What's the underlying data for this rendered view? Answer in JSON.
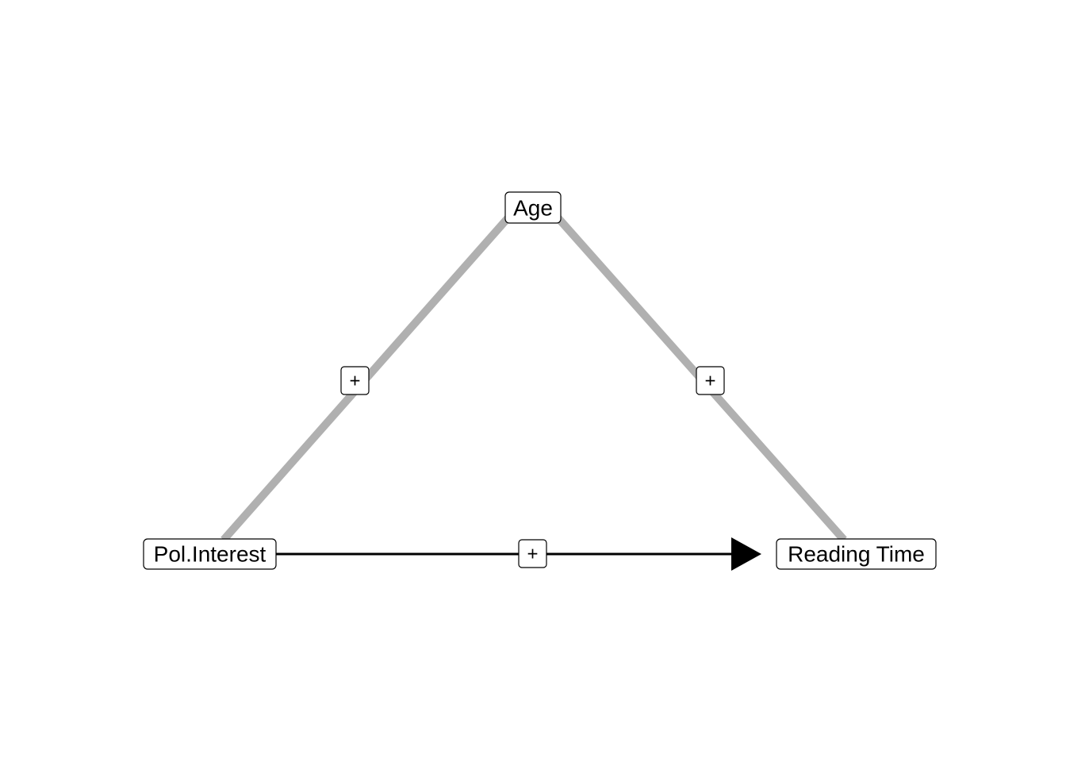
{
  "nodes": {
    "age": {
      "label": "Age"
    },
    "pol_interest": {
      "label": "Pol.Interest"
    },
    "reading_time": {
      "label": "Reading Time"
    }
  },
  "edges": [
    {
      "from": "Pol.Interest",
      "to": "Age",
      "sign": "+",
      "directed": false,
      "color": "#b0b0b0"
    },
    {
      "from": "Age",
      "to": "Reading Time",
      "sign": "+",
      "directed": false,
      "color": "#b0b0b0"
    },
    {
      "from": "Pol.Interest",
      "to": "Reading Time",
      "sign": "+",
      "directed": true,
      "color": "#000000"
    }
  ]
}
